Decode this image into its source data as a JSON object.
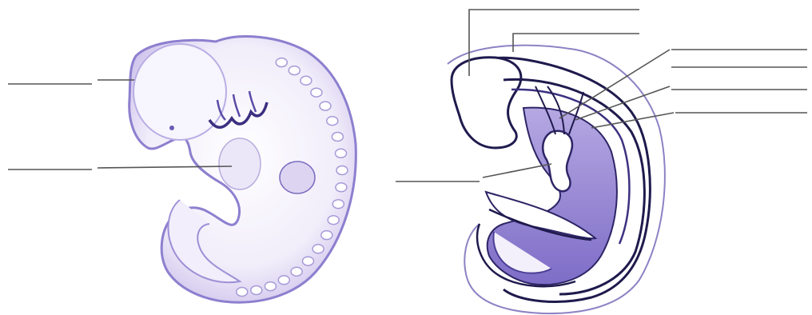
{
  "figure": {
    "panels": [
      {
        "id": "external-view",
        "label_lines": 4
      },
      {
        "id": "sagittal-section",
        "label_lines": 7
      }
    ]
  },
  "colors": {
    "background": "#ffffff",
    "tissue_fill": "#f4f1fb",
    "tissue_shade": "#c8bde6",
    "tissue_dark": "#7b6cc0",
    "outline": "#2d2566",
    "leader_line": "#4a4a4a",
    "cavity_fill": "#8f7fd0"
  }
}
